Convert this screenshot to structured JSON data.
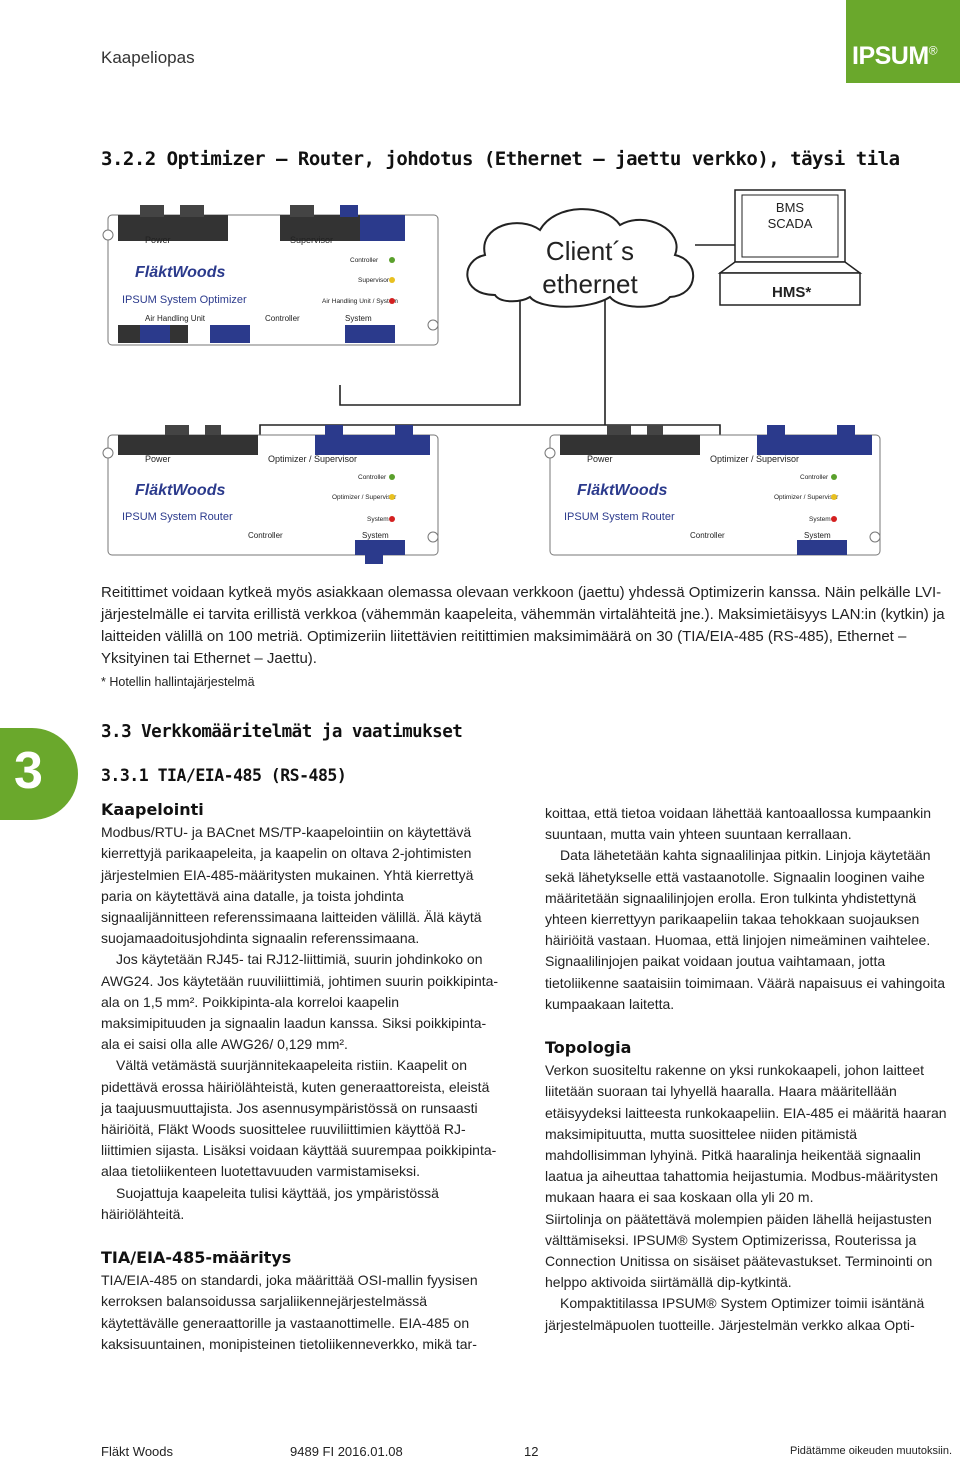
{
  "header": {
    "title": "Kaapeliopas",
    "logo": "IPSUM",
    "logo_mark": "®"
  },
  "section": {
    "title": "3.2.2 Optimizer – Router, johdotus (Ethernet – jaettu verkko), täysi tila"
  },
  "diagram": {
    "cloud_text": [
      "Client´s",
      "ethernet"
    ],
    "laptop_screen": [
      "BMS",
      "SCADA"
    ],
    "laptop_label": "HMS*",
    "optimizer": {
      "brand": "FläktWoods",
      "name": "IPSUM System Optimizer",
      "power": "Power",
      "supervisor": "Supervisor",
      "controller_led": "Controller",
      "supervisor_led": "Supervisor",
      "ahu_led": "Air Handling Unit / System",
      "bottom_labels": [
        "Air Handling Unit",
        "Controller",
        "System"
      ],
      "colors": {
        "led_green": "#5aa02c",
        "led_red": "#d42020",
        "led_yellow": "#e8c020",
        "panel_blue": "#2b3a8c"
      }
    },
    "router": {
      "brand": "FläktWoods",
      "name": "IPSUM System Router",
      "power": "Power",
      "supervisor": "Optimizer / Supervisor",
      "controller_led": "Controller",
      "supervisor_led": "Optimizer / Supervisor",
      "system_led": "System",
      "bottom_labels": [
        "Controller",
        "System"
      ]
    }
  },
  "intro": {
    "paragraph": "Reitittimet voidaan kytkeä myös asiakkaan olemassa olevaan verkkoon (jaettu) yhdessä Optimizerin kanssa. Näin pelkälle LVI-järjestelmälle ei tarvita erillistä verkkoa (vähemmän kaapeleita, vähemmän virtalähteitä jne.). Maksimietäisyys LAN:in (kytkin) ja laitteiden välillä on 100 metriä. Optimizeriin liitettävien reitittimien maksimimäärä on 30 (TIA/EIA-485 (RS-485), Ethernet – Yksityinen tai Ethernet – Jaettu).",
    "footnote": "* Hotellin hallintajärjestelmä"
  },
  "chapter_tab": "3",
  "sub": {
    "h2": "3.3 Verkkomääritelmät ja vaatimukset",
    "h3": "3.3.1 TIA/EIA-485 (RS-485)"
  },
  "left": {
    "h_kaapelointi": "Kaapelointi",
    "p1": "Modbus/RTU- ja BACnet MS/TP-kaapelointiin on käytettävä kierrettyjä parikaapeleita, ja kaapelin on oltava 2-johtimisten järjestelmien EIA-485-määritysten mukainen. Yhtä kierrettyä paria on käytettävä aina datalle, ja toista johdinta signaalijännitteen referenssimaana laitteiden välillä. Älä käytä suojamaadoitusjohdinta signaalin referenssimaana.",
    "p2": "Jos käytetään RJ45- tai RJ12-liittimiä, suurin johdinkoko on AWG24. Jos käytetään ruuviliittimiä, johtimen suurin poikkipinta-ala on 1,5 mm². Poikkipinta-ala korreloi kaapelin maksimipituuden ja signaalin laadun kanssa. Siksi poikkipinta-ala ei saisi olla alle AWG26/ 0,129 mm².",
    "p3": "Vältä vetämästä suurjännitekaapeleita ristiin. Kaapelit on pidettävä erossa häiriölähteistä, kuten generaattoreista, eleistä ja taajuusmuuttajista. Jos asennusympäristössä on runsaasti häiriöitä, Fläkt Woods suosittelee ruuviliittimien käyttöä RJ-liittimien sijasta. Lisäksi voidaan käyttää suurempaa poikkipinta-alaa tietoliikenteen luotettavuuden varmistamiseksi.",
    "p4": "Suojattuja kaapeleita tulisi käyttää, jos ympäristössä häiriölähteitä.",
    "h_tia": "TIA/EIA-485-määritys",
    "p5": "TIA/EIA-485 on standardi, joka määrittää OSI-mallin fyysisen kerroksen balansoidussa sarjaliikennejärjestelmässä käytettävälle generaattorille ja vastaanottimelle. EIA-485 on kaksisuuntainen, monipisteinen tietoliikenneverkko, mikä tar-"
  },
  "right": {
    "p1": "koittaa, että tietoa voidaan lähettää kantoaallossa kumpaankin suuntaan, mutta vain yhteen suuntaan kerrallaan.",
    "p2": "Data lähetetään kahta signaalilinjaa pitkin. Linjoja käytetään sekä lähetykselle että vastaanotolle. Signaalin looginen vaihe määritetään signaalilinjojen erolla. Eron tulkinta yhdistettynä yhteen kierrettyyn parikaapeliin takaa tehokkaan suojauksen häiriöitä vastaan. Huomaa, että linjojen nimeäminen vaihtelee. Signaalilinjojen paikat voidaan joutua vaihtamaan, jotta tietoliikenne saataisiin toimimaan. Väärä napaisuus ei vahingoita kumpaakaan laitetta.",
    "h_topologia": "Topologia",
    "p3": "Verkon suositeltu rakenne on yksi runkokaapeli, johon laitteet liitetään suoraan tai lyhyellä haaralla. Haara määritellään etäisyydeksi laitteesta runkokaapeliin. EIA-485 ei määritä haaran maksimipituutta, mutta suosittelee niiden pitämistä mahdollisimman lyhyinä. Pitkä haaralinja heikentää signaalin laatua ja aiheuttaa tahattomia heijastumia. Modbus-määritysten mukaan haara ei saa koskaan olla yli 20 m.",
    "p4": "Siirtolinja on päätettävä molempien päiden lähellä heijastusten välttämiseksi. IPSUM® System Optimizerissa, Routerissa ja Connection Unitissa on sisäiset päätevastukset. Terminointi on helppo aktivoida siirtämällä dip-kytkintä.",
    "p5": "Kompaktitilassa IPSUM® System Optimizer toimii isäntänä järjestelmäpuolen tuotteille. Järjestelmän verkko alkaa Opti-"
  },
  "footer": {
    "company": "Fläkt Woods",
    "doc": "9489 FI 2016.01.08",
    "page": "12",
    "rights": "Pidätämme oikeuden muutoksiin."
  }
}
